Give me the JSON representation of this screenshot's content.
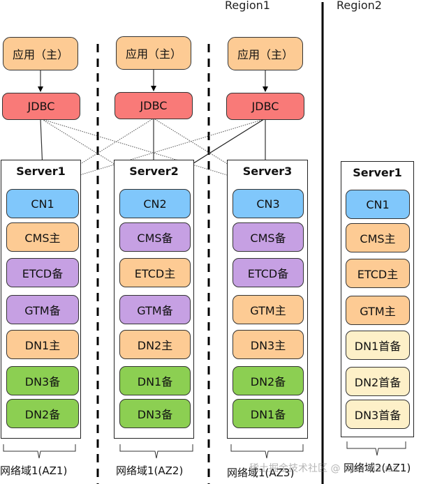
{
  "regions": [
    {
      "label": "Region1"
    },
    {
      "label": "Region2"
    }
  ],
  "apps": [
    {
      "label": "应用（主）"
    },
    {
      "label": "应用（主）"
    },
    {
      "label": "应用（主）"
    }
  ],
  "jdbc": [
    {
      "label": "JDBC"
    },
    {
      "label": "JDBC"
    },
    {
      "label": "JDBC"
    }
  ],
  "servers": [
    {
      "title": "Server1",
      "components": [
        {
          "label": "CN1",
          "role": "cn"
        },
        {
          "label": "CMS主",
          "role": "primary"
        },
        {
          "label": "ETCD备",
          "role": "standby"
        },
        {
          "label": "GTM备",
          "role": "standby"
        },
        {
          "label": "DN1主",
          "role": "primary"
        },
        {
          "label": "DN3备",
          "role": "dn-standby"
        },
        {
          "label": "DN2备",
          "role": "dn-standby"
        }
      ],
      "az_label": "网络域1(AZ1)"
    },
    {
      "title": "Server2",
      "components": [
        {
          "label": "CN2",
          "role": "cn"
        },
        {
          "label": "CMS备",
          "role": "standby"
        },
        {
          "label": "ETCD主",
          "role": "primary"
        },
        {
          "label": "GTM备",
          "role": "standby"
        },
        {
          "label": "DN2主",
          "role": "primary"
        },
        {
          "label": "DN1备",
          "role": "dn-standby"
        },
        {
          "label": "DN3备",
          "role": "dn-standby"
        }
      ],
      "az_label": "网络域1(AZ2)"
    },
    {
      "title": "Server3",
      "components": [
        {
          "label": "CN3",
          "role": "cn"
        },
        {
          "label": "CMS备",
          "role": "standby"
        },
        {
          "label": "ETCD备",
          "role": "standby"
        },
        {
          "label": "GTM主",
          "role": "primary"
        },
        {
          "label": "DN3主",
          "role": "primary"
        },
        {
          "label": "DN2备",
          "role": "dn-standby"
        },
        {
          "label": "DN1备",
          "role": "dn-standby"
        }
      ],
      "az_label": "网络域1(AZ3)"
    },
    {
      "title": "Server1",
      "components": [
        {
          "label": "CN1",
          "role": "cn"
        },
        {
          "label": "CMS主",
          "role": "primary"
        },
        {
          "label": "ETCD主",
          "role": "primary"
        },
        {
          "label": "GTM主",
          "role": "primary"
        },
        {
          "label": "DN1首备",
          "role": "cascade-standby"
        },
        {
          "label": "DN2首备",
          "role": "cascade-standby"
        },
        {
          "label": "DN3首备",
          "role": "cascade-standby"
        }
      ],
      "az_label": "网络域2(AZ1)"
    }
  ],
  "watermark": "稀土掘金技术社区 @ openGauss",
  "colors": {
    "app": "#fdcb94",
    "jdbc": "#f97a78",
    "cn": "#80c7fb",
    "primary": "#fdcb94",
    "standby": "#c6a0e3",
    "dn-standby": "#8ccf52",
    "cascade-standby": "#fdf0c8"
  }
}
